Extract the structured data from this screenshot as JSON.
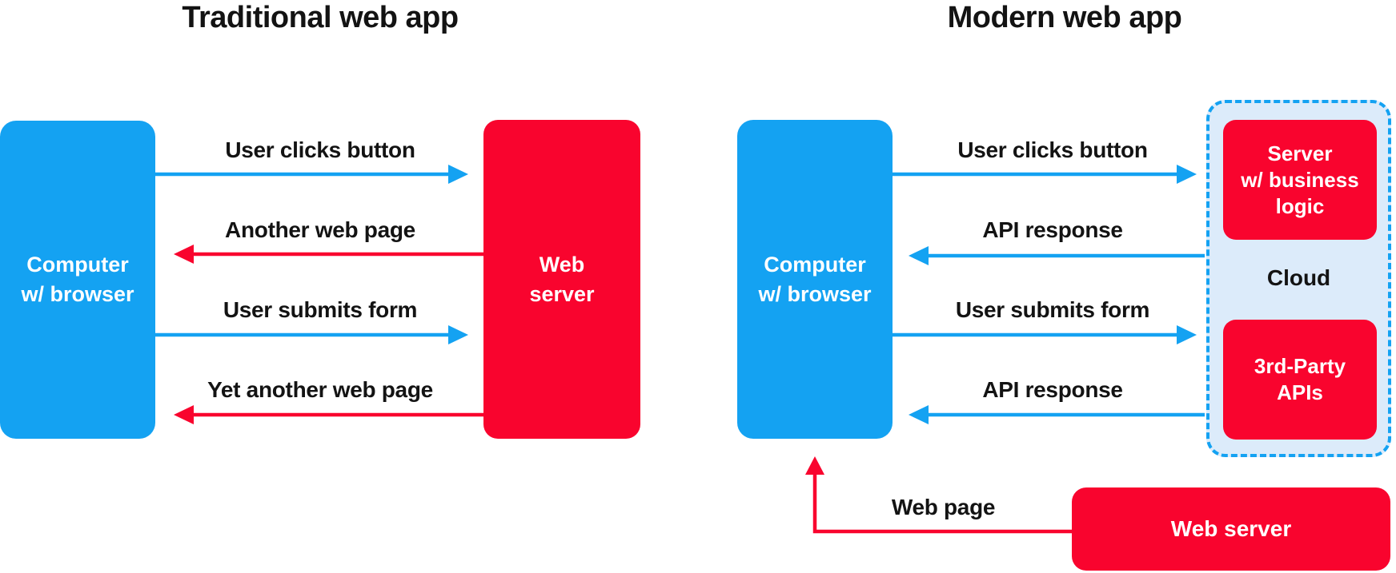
{
  "colors": {
    "blue": "#14A2F2",
    "red": "#F9042E",
    "cloud-bg": "#DCEBFA",
    "ink": "#131313",
    "bg": "#FFFFFF"
  },
  "left": {
    "title": "Traditional web app",
    "client_box": {
      "label": "Computer\nw/ browser"
    },
    "server_box": {
      "label": "Web\nserver"
    },
    "arrows": [
      {
        "label": "User clicks button",
        "direction": "right",
        "color": "blue"
      },
      {
        "label": "Another web page",
        "direction": "left",
        "color": "red"
      },
      {
        "label": "User submits form",
        "direction": "right",
        "color": "blue"
      },
      {
        "label": "Yet another web page",
        "direction": "left",
        "color": "red"
      }
    ]
  },
  "right": {
    "title": "Modern web app",
    "client_box": {
      "label": "Computer\nw/ browser"
    },
    "cloud": {
      "label": "Cloud",
      "boxes": [
        {
          "label": "Server\nw/ business\nlogic"
        },
        {
          "label": "3rd-Party\nAPIs"
        }
      ]
    },
    "arrows": [
      {
        "label": "User clicks button",
        "direction": "right",
        "color": "blue"
      },
      {
        "label": "API response",
        "direction": "left",
        "color": "blue"
      },
      {
        "label": "User submits form",
        "direction": "right",
        "color": "blue"
      },
      {
        "label": "API response",
        "direction": "left",
        "color": "blue"
      }
    ],
    "web_server_box": {
      "label": "Web server"
    },
    "web_page_arrow": {
      "label": "Web page",
      "direction": "up-left",
      "color": "red"
    }
  }
}
